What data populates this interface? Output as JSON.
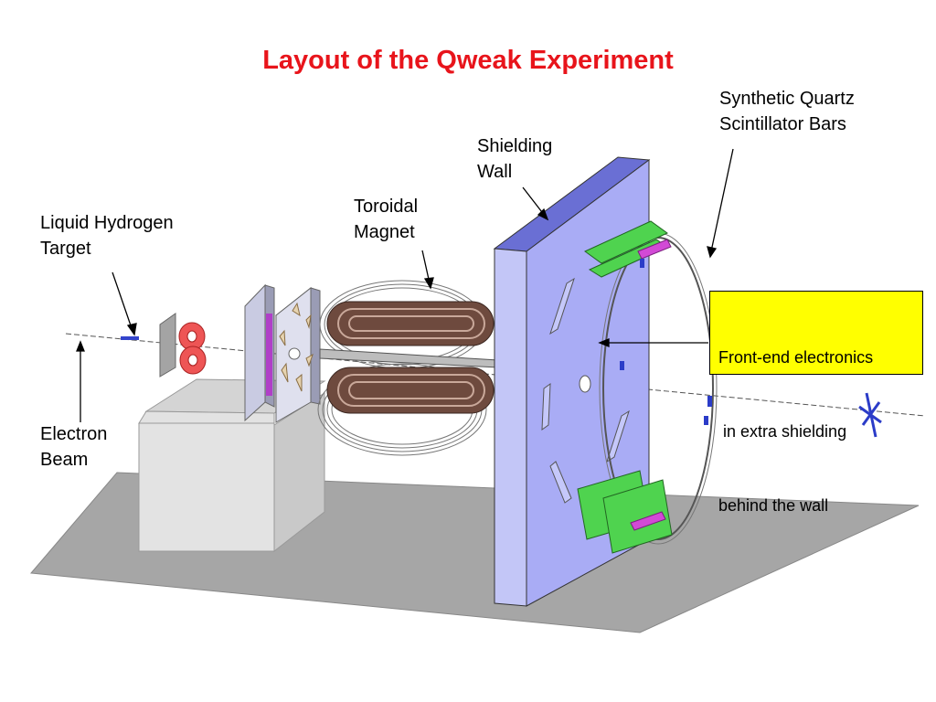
{
  "title": "Layout of the Qweak Experiment",
  "labels": {
    "target": [
      "Liquid Hydrogen",
      "Target"
    ],
    "beam": [
      "Electron",
      "Beam"
    ],
    "magnet": [
      "Toroidal",
      "Magnet"
    ],
    "wall": [
      "Shielding",
      "Wall"
    ],
    "quartz": [
      "Synthetic Quartz",
      "Scintillator Bars"
    ]
  },
  "callout": {
    "lines": [
      "Front-end electronics",
      " in extra shielding",
      "behind the wall"
    ],
    "fill": "#ffff00"
  },
  "colors": {
    "title": "#e8141b",
    "wall_face": "#a9acf5",
    "floor": "#a6a6a6",
    "magnet_coil": "#6e4a3e",
    "quartz_bar": "#4fd34f",
    "beam_line": "#555555"
  }
}
